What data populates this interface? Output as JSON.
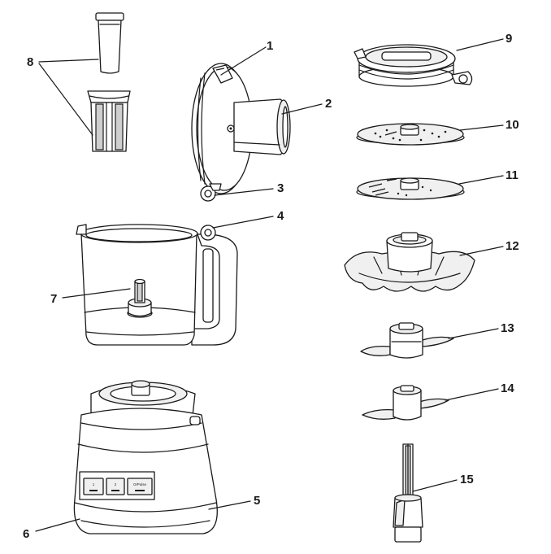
{
  "diagram": {
    "callouts": [
      {
        "id": "1",
        "label": "1"
      },
      {
        "id": "2",
        "label": "2"
      },
      {
        "id": "3",
        "label": "3"
      },
      {
        "id": "4",
        "label": "4"
      },
      {
        "id": "5",
        "label": "5"
      },
      {
        "id": "6",
        "label": "6"
      },
      {
        "id": "7",
        "label": "7"
      },
      {
        "id": "8",
        "label": "8"
      },
      {
        "id": "9",
        "label": "9"
      },
      {
        "id": "10",
        "label": "10"
      },
      {
        "id": "11",
        "label": "11"
      },
      {
        "id": "12",
        "label": "12"
      },
      {
        "id": "13",
        "label": "13"
      },
      {
        "id": "14",
        "label": "14"
      },
      {
        "id": "15",
        "label": "15"
      }
    ],
    "control_buttons": [
      {
        "label": "1"
      },
      {
        "label": "2"
      },
      {
        "label": "O/Pulse"
      }
    ]
  }
}
